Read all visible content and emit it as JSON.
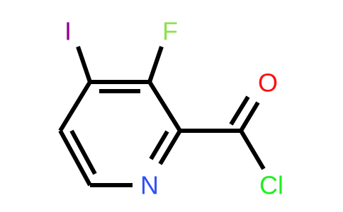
{
  "molecule": {
    "atoms": {
      "iodine": "I",
      "fluorine": "F",
      "oxygen": "O",
      "nitrogen": "N",
      "chlorine": "Cl"
    },
    "colors": {
      "iodine": "#940094",
      "fluorine": "#90e050",
      "oxygen": "#ff0d0d",
      "nitrogen": "#3050f8",
      "chlorine": "#1ff01f",
      "bond": "#000000"
    }
  }
}
